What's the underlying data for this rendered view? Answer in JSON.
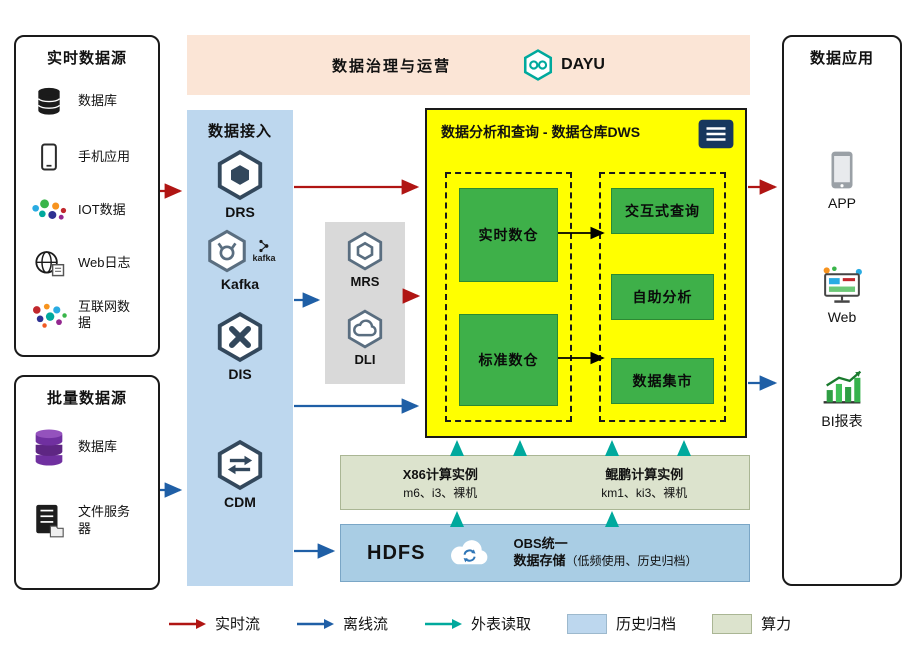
{
  "colors": {
    "banner_bg": "#fbe5d6",
    "ingest_bg": "#bdd7ee",
    "middleware_bg": "#d9d9d9",
    "dws_bg": "#ffff00",
    "green_box": "#3eb049",
    "compute_bg": "#dce3cd",
    "storage_bg": "#a9cde4",
    "realtime_flow": "#b01513",
    "offline_flow": "#1f5fa6",
    "external_read": "#00a99d"
  },
  "banner": {
    "title": "数据治理与运营",
    "logo_label": "DAYU"
  },
  "realtime_sources": {
    "title": "实时数据源",
    "items": [
      {
        "label": "数据库",
        "icon": "database-icon"
      },
      {
        "label": "手机应用",
        "icon": "phone-icon"
      },
      {
        "label": "IOT数据",
        "icon": "iot-icon"
      },
      {
        "label": "Web日志",
        "icon": "web-log-icon"
      },
      {
        "label": "互联网数据",
        "icon": "internet-data-icon"
      }
    ]
  },
  "batch_sources": {
    "title": "批量数据源",
    "items": [
      {
        "label": "数据库",
        "icon": "database-purple-icon"
      },
      {
        "label": "文件服务器",
        "icon": "file-server-icon"
      }
    ]
  },
  "ingestion": {
    "title": "数据接入",
    "items": [
      {
        "label": "DRS"
      },
      {
        "label": "Kafka",
        "badge": "kafka"
      },
      {
        "label": "DIS"
      },
      {
        "label": "CDM"
      }
    ]
  },
  "middleware": {
    "items": [
      {
        "label": "MRS"
      },
      {
        "label": "DLI"
      }
    ]
  },
  "dws": {
    "title": "数据分析和查询 - 数据仓库DWS",
    "warehouses": [
      {
        "label": "实时数仓"
      },
      {
        "label": "标准数仓"
      }
    ],
    "services": [
      {
        "label": "交互式查询"
      },
      {
        "label": "自助分析"
      },
      {
        "label": "数据集市"
      }
    ]
  },
  "compute": {
    "x86_title": "X86计算实例",
    "x86_models": "m6、i3、裸机",
    "kunpeng_title": "鲲鹏计算实例",
    "kunpeng_models": "km1、ki3、裸机"
  },
  "storage": {
    "hdfs_label": "HDFS",
    "obs_line1": "OBS统一",
    "obs_line2": "数据存储",
    "obs_note": "（低频使用、历史归档）"
  },
  "applications": {
    "title": "数据应用",
    "items": [
      {
        "label": "APP"
      },
      {
        "label": "Web"
      },
      {
        "label": "BI报表"
      }
    ]
  },
  "legend": {
    "items": [
      {
        "label": "实时流",
        "type": "arrow",
        "color": "#b01513"
      },
      {
        "label": "离线流",
        "type": "arrow",
        "color": "#1f5fa6"
      },
      {
        "label": "外表读取",
        "type": "arrow",
        "color": "#00a99d"
      },
      {
        "label": "历史归档",
        "type": "swatch",
        "color": "#bdd7ee"
      },
      {
        "label": "算力",
        "type": "swatch",
        "color": "#dce3cd"
      }
    ]
  }
}
